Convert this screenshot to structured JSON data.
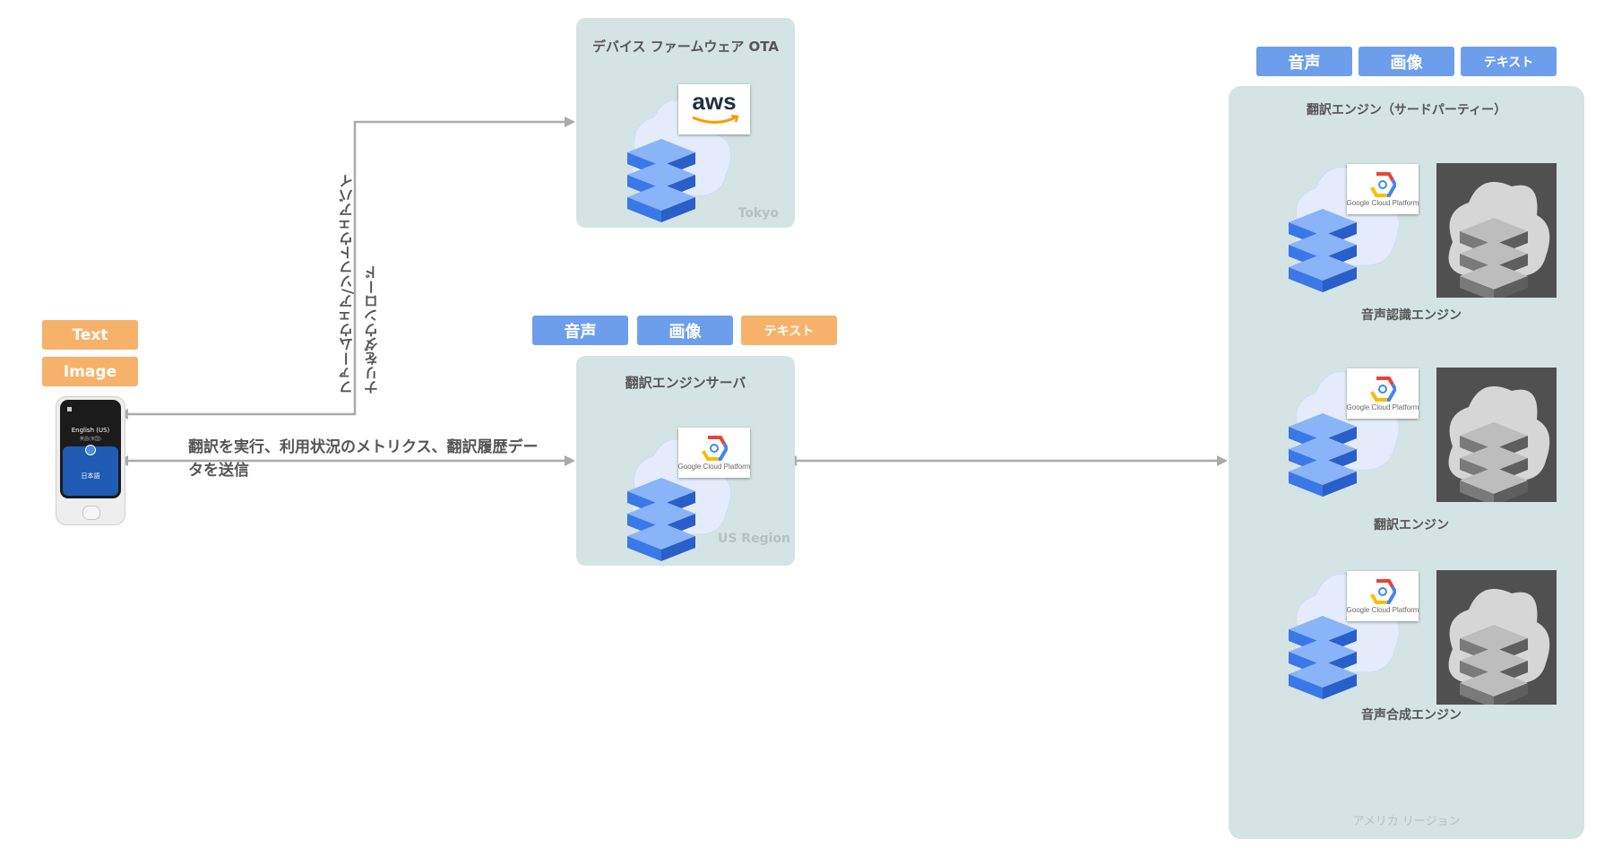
{
  "colors": {
    "panel_bg": "#d4e3e4",
    "tag_blue": "#6d9eeb",
    "tag_orange": "#f6b26b",
    "arrow": "#aaaaaa",
    "server_blue": "#4a86e8",
    "dark_server_bg": "#505050"
  },
  "device": {
    "tags": [
      "Text",
      "Image"
    ],
    "screen_lang": "English (US)",
    "screen_sub": "英語(米国)",
    "screen_button": "日本語"
  },
  "ota_panel": {
    "title": "デバイス ファームウェア OTA",
    "region": "Tokyo",
    "logo": "aws"
  },
  "engine_server": {
    "tags": [
      "音声",
      "画像",
      "テキスト"
    ],
    "title": "翻訳エンジンサーバ",
    "region": "US Region",
    "badge": "Google Cloud Platform"
  },
  "third_party": {
    "tags": [
      "音声",
      "画像",
      "テキスト"
    ],
    "title": "翻訳エンジン（サードパーティー）",
    "region": "アメリカ リージョン",
    "badge": "Google Cloud Platform",
    "engines": [
      {
        "label": "音声認識エンジン"
      },
      {
        "label": "翻訳エンジン"
      },
      {
        "label": "音声合成エンジン"
      }
    ]
  },
  "arrows": {
    "firmware_download": "ファームウェア/ソフトウェアバイナリをダウンロード",
    "firmware_line1": "ファームウェア/ソフトウェアバイ",
    "firmware_line2": "ナリをダウンロード",
    "translate_line1": "翻訳を実行、利用状況のメトリクス、翻訳履歴デー",
    "translate_line2": "タを送信"
  }
}
